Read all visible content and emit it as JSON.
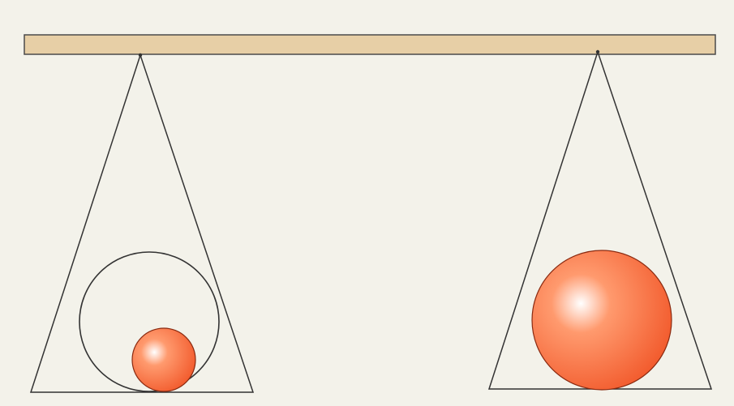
{
  "colors": {
    "background": "#f3f2ea",
    "beam_fill": "#e7cfa6",
    "beam_stroke": "#4a4a4a",
    "line": "#333333",
    "ball_highlight": "#ffffff",
    "ball_mid": "#ff9a6e",
    "ball_edge": "#f25a2c",
    "ball_stroke": "#8a2a10"
  },
  "diagram": {
    "elements": [
      "balance-beam",
      "left-hanger-triangle",
      "right-hanger-triangle",
      "empty-circle-outline",
      "small-orange-ball",
      "large-orange-ball"
    ]
  }
}
